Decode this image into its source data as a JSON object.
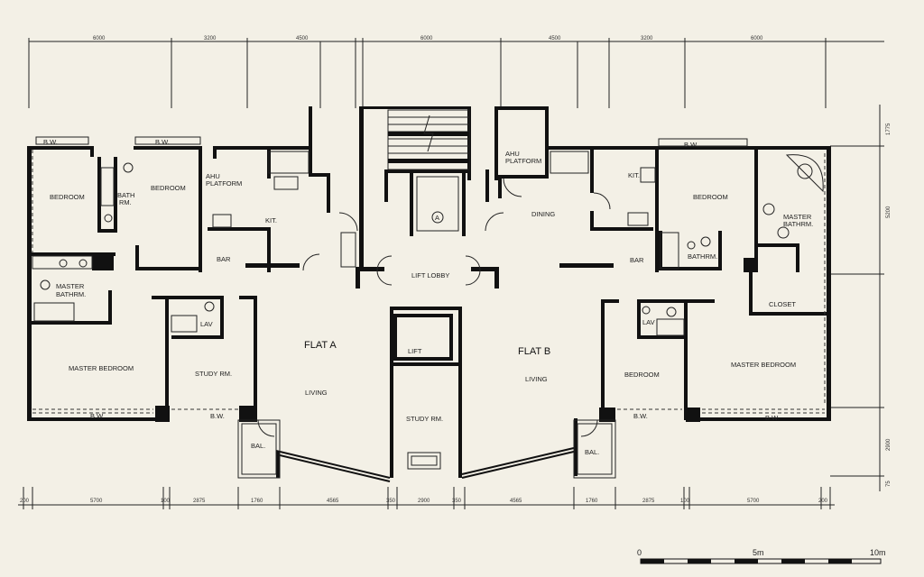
{
  "rooms": {
    "bedroom_a1": "BEDROOM",
    "bath_a": "BATH",
    "bath_a_rm": "RM.",
    "bedroom_a2": "BEDROOM",
    "ahu_a_line1": "AHU",
    "ahu_a_line2": "PLATFORM",
    "kit_a": "KIT.",
    "bar_a": "BAR",
    "master_bath_a_line1": "MASTER",
    "master_bath_a_line2": "BATHRM.",
    "lav_a": "LAV",
    "master_bedroom_a": "MASTER BEDROOM",
    "study_a": "STUDY RM.",
    "flat_a": "FLAT A",
    "living_a": "LIVING",
    "bal_a": "BAL.",
    "bw_a1": "B.W.",
    "bw_a2": "B.W.",
    "bw_a3": "B.W.",
    "bw_a4": "B.W.",
    "lift_a_marker": "A",
    "lift_lobby": "LIFT LOBBY",
    "lift": "LIFT",
    "study_center": "STUDY RM.",
    "ahu_b_line1": "AHU",
    "ahu_b_line2": "PLATFORM",
    "dining_b": "DINING",
    "kit_b": "KIT.",
    "bedroom_b1": "BEDROOM",
    "master_bath_b_line1": "MASTER",
    "master_bath_b_line2": "BATHRM.",
    "bar_b": "BAR",
    "bathrm_b": "BATHRM.",
    "closet_b": "CLOSET",
    "lav_b": "LAV",
    "flat_b": "FLAT B",
    "living_b": "LIVING",
    "bedroom_b2": "BEDROOM",
    "master_bedroom_b": "MASTER BEDROOM",
    "bal_b": "BAL.",
    "bw_b1": "B.W.",
    "bw_b2": "B.W.",
    "bw_b3": "B.W."
  },
  "dimensions": {
    "top": [
      "6000",
      "3200",
      "4500",
      "6000",
      "4500",
      "3200",
      "6000"
    ],
    "bottom": [
      "200",
      "5700",
      "100",
      "2875",
      "1760",
      "4565",
      "350",
      "2900",
      "350",
      "4565",
      "1760",
      "2875",
      "100",
      "5700",
      "200"
    ],
    "right": [
      "1775",
      "5200",
      "2900",
      "75"
    ]
  },
  "scale_bar": {
    "start": "0",
    "mid": "5m",
    "end": "10m"
  }
}
